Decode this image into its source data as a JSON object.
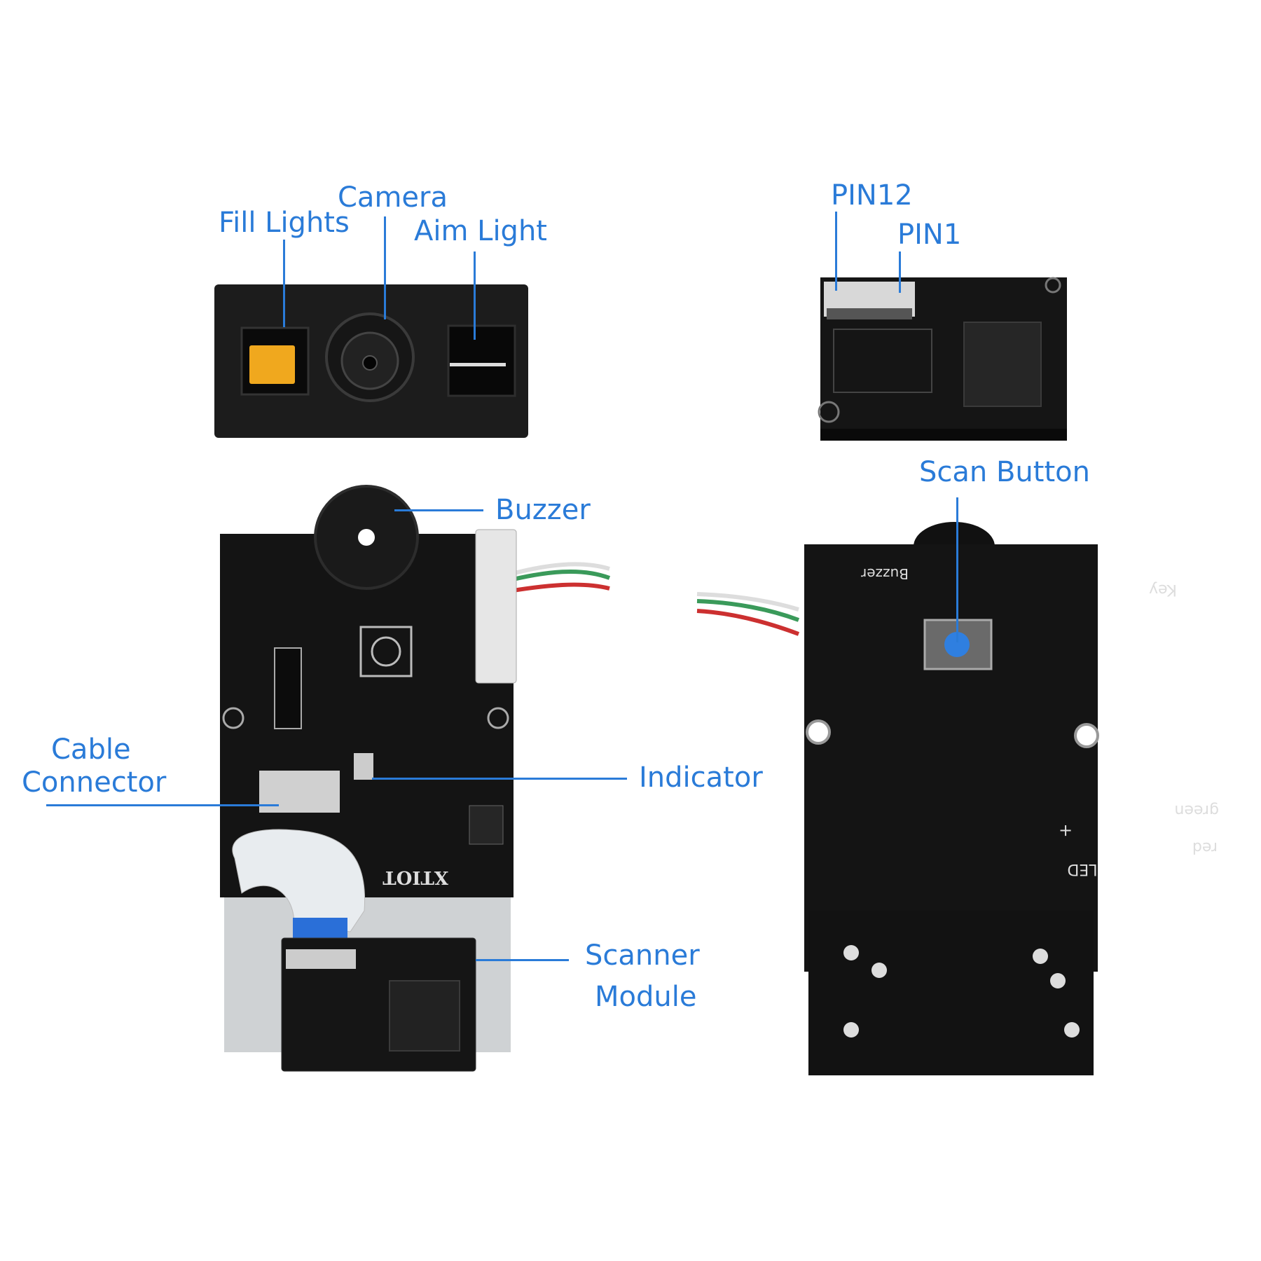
{
  "colors": {
    "label": "#2a7bd8",
    "pcb": "#141414",
    "fill_light": "#f0a81e",
    "scan_button": "#2f7fe0"
  },
  "labels": {
    "camera": "Camera",
    "fill_lights": "Fill Lights",
    "aim_light": "Aim Light",
    "pin12": "PIN12",
    "pin1": "PIN1",
    "scan_button": "Scan Button",
    "buzzer": "Buzzer",
    "cable_connector_1": "Cable",
    "cable_connector_2": "Connector",
    "indicator": "Indicator",
    "scanner_module_1": "Scanner",
    "scanner_module_2": "Module"
  },
  "silkscreen": {
    "brand": "XTIOT",
    "key": "Key",
    "buzzer": "Buzzer",
    "led": "LED",
    "green": "green",
    "red": "red",
    "plus": "+"
  }
}
